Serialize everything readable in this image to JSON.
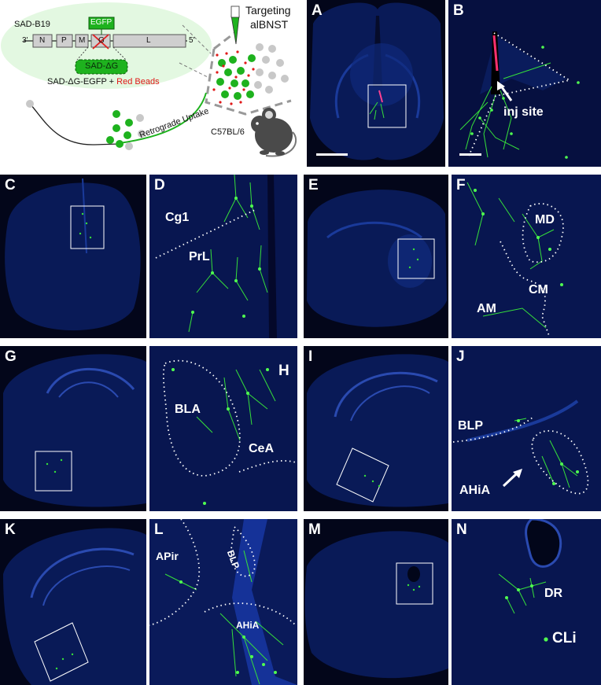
{
  "schematic": {
    "virus_name": "SAD-B19",
    "end_3": "3'",
    "end_5": "5'",
    "genes": [
      "N",
      "P",
      "M",
      "G",
      "L"
    ],
    "insert": "EGFP",
    "deleted_virus": "SAD-ΔG",
    "injectate_prefix": "SAD-ΔG-EGFP + ",
    "injectate_highlight": "Red Beads",
    "uptake": "Retrograde Uptake",
    "mouse_strain": "C57BL/6",
    "target_line1": "Targeting",
    "target_line2": "alBNST"
  },
  "colors": {
    "dapi_background": "#03061a",
    "neuron_green": "#2fd23a",
    "bead_red": "#e01818",
    "bubble": "#e3f8e1"
  },
  "panels": [
    {
      "letter": "A",
      "labels": []
    },
    {
      "letter": "B",
      "labels": [
        "inj site"
      ]
    },
    {
      "letter": "C",
      "labels": []
    },
    {
      "letter": "D",
      "labels": [
        "Cg1",
        "PrL"
      ]
    },
    {
      "letter": "E",
      "labels": []
    },
    {
      "letter": "F",
      "labels": [
        "MD",
        "CM",
        "AM"
      ]
    },
    {
      "letter": "G",
      "labels": []
    },
    {
      "letter": "H",
      "labels": [
        "BLA",
        "CeA"
      ]
    },
    {
      "letter": "I",
      "labels": []
    },
    {
      "letter": "J",
      "labels": [
        "BLP",
        "AHiA"
      ]
    },
    {
      "letter": "K",
      "labels": []
    },
    {
      "letter": "L",
      "labels": [
        "APir",
        "BLP",
        "AHiA"
      ]
    },
    {
      "letter": "M",
      "labels": []
    },
    {
      "letter": "N",
      "labels": [
        "DR",
        "CLi"
      ]
    }
  ]
}
